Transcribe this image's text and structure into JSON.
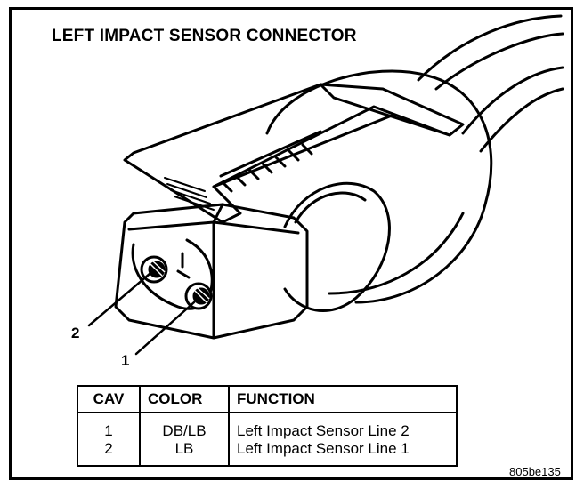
{
  "title": "LEFT IMPACT SENSOR CONNECTOR",
  "callouts": {
    "pin2": "2",
    "pin1": "1"
  },
  "table": {
    "headers": {
      "cav": "CAV",
      "color": "COLOR",
      "function": "FUNCTION"
    },
    "rows": [
      {
        "cav": "1",
        "color": "DB/LB",
        "function": "Left Impact Sensor Line 2"
      },
      {
        "cav": "2",
        "color": "LB",
        "function": "Left Impact Sensor Line 1"
      }
    ]
  },
  "figure_code": "805be135"
}
